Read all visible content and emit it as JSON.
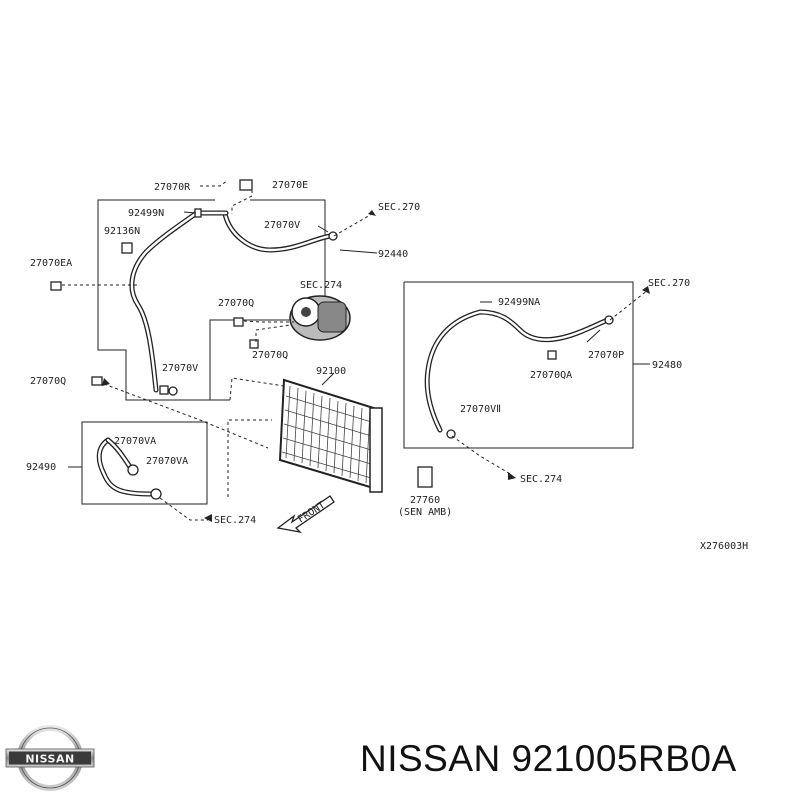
{
  "labels": {
    "p27070R": "27070R",
    "p27070E": "27070E",
    "p92499N": "92499N",
    "sec270_a": "SEC.270",
    "p92136N": "92136N",
    "p27070V": "27070V",
    "p92440": "92440",
    "p27070EA": "27070EA",
    "sec274_a": "SEC.274",
    "p27070Q_top": "27070Q",
    "p27070Q_mid": "27070Q",
    "p27070V_low": "27070V",
    "p27070Q_left": "27070Q",
    "p92100": "92100",
    "p27070VA_1": "27070VA",
    "p27070VA_2": "27070VA",
    "p92490": "92490",
    "sec274_b": "SEC.274",
    "front": "FRONT",
    "p27760": "27760",
    "sen_amb": "(SEN AMB)",
    "sec270_b": "SEC.270",
    "p92499NA": "92499NA",
    "p27070P": "27070P",
    "p92480": "92480",
    "p27070QA": "27070QA",
    "p27070VII": "27070VⅡ",
    "sec274_c": "SEC.274",
    "diagram_id": "X276003H"
  },
  "brand": {
    "logo_text": "NISSAN",
    "caption": "NISSAN 921005RB0A"
  }
}
